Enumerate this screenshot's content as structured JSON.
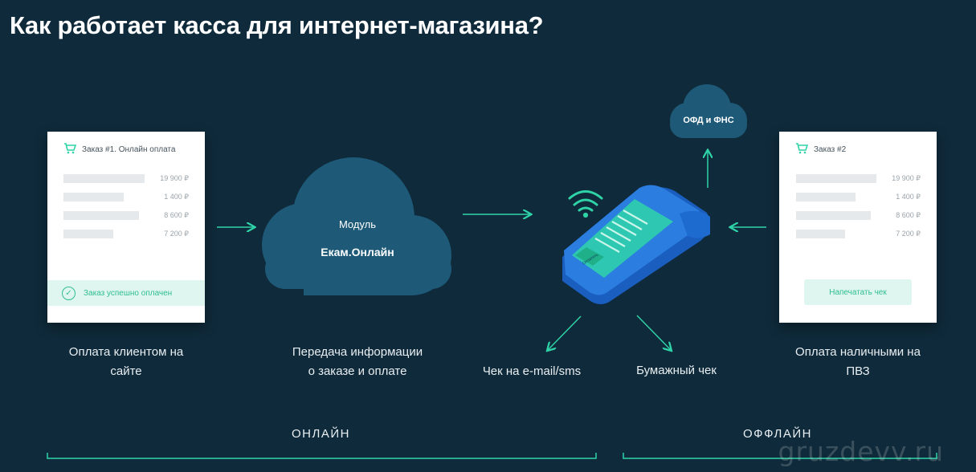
{
  "title": "Как работает касса для интернет-магазина?",
  "order1": {
    "heading": "Заказ #1. Онлайн оплата",
    "prices": [
      "19 900 ₽",
      "1 400 ₽",
      "8 600 ₽",
      "7 200 ₽"
    ],
    "status": "Заказ успешно оплачен"
  },
  "order2": {
    "heading": "Заказ #2",
    "prices": [
      "19 900 ₽",
      "1 400 ₽",
      "8 600 ₽",
      "7 200 ₽"
    ],
    "button": "Напечатать чек"
  },
  "module_cloud": {
    "line1": "Модуль",
    "line2": "Екам.Онлайн"
  },
  "ofd_cloud": {
    "label": "ОФД и ФНС"
  },
  "terminal": {
    "screen_button": "Оплатить"
  },
  "captions": {
    "pay_site_1": "Оплата клиентом на",
    "pay_site_2": "сайте",
    "transfer_1": "Передача информации",
    "transfer_2": "о заказе и оплате",
    "email_receipt": "Чек на e-mail/sms",
    "paper_receipt": "Бумажный чек",
    "pay_cash_1": "Оплата наличными на",
    "pay_cash_2": "ПВЗ"
  },
  "sections": {
    "online": "ОНЛАЙН",
    "offline": "ОФФЛАЙН"
  },
  "watermark": "gruzdevv.ru",
  "colors": {
    "background": "#0f2a3a",
    "accent": "#2fd3a8",
    "cloud": "#1e5a78",
    "terminal": "#2b7de0"
  }
}
